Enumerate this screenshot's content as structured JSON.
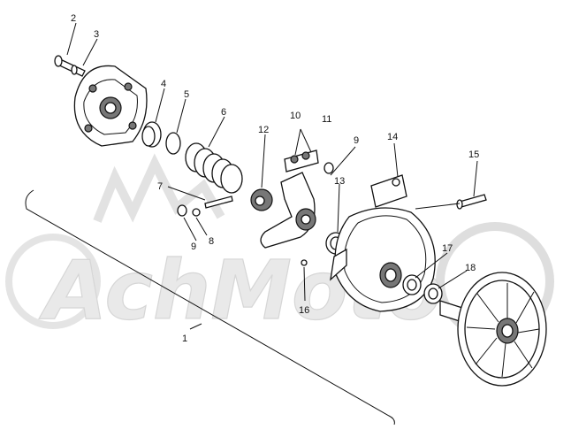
{
  "watermark": {
    "logo_text": "AchMoto"
  },
  "callouts": [
    {
      "id": "c2",
      "text": "2"
    },
    {
      "id": "c3",
      "text": "3"
    },
    {
      "id": "c4",
      "text": "4"
    },
    {
      "id": "c5",
      "text": "5"
    },
    {
      "id": "c6",
      "text": "6"
    },
    {
      "id": "c7",
      "text": "7"
    },
    {
      "id": "c8",
      "text": "8"
    },
    {
      "id": "c9a",
      "text": "9"
    },
    {
      "id": "c9b",
      "text": "9"
    },
    {
      "id": "c10",
      "text": "10"
    },
    {
      "id": "c11",
      "text": "11"
    },
    {
      "id": "c12",
      "text": "12"
    },
    {
      "id": "c13",
      "text": "13"
    },
    {
      "id": "c14",
      "text": "14"
    },
    {
      "id": "c15",
      "text": "15"
    },
    {
      "id": "c16",
      "text": "16"
    },
    {
      "id": "c17",
      "text": "17"
    },
    {
      "id": "c18",
      "text": "18"
    },
    {
      "id": "c1",
      "text": "1"
    }
  ]
}
